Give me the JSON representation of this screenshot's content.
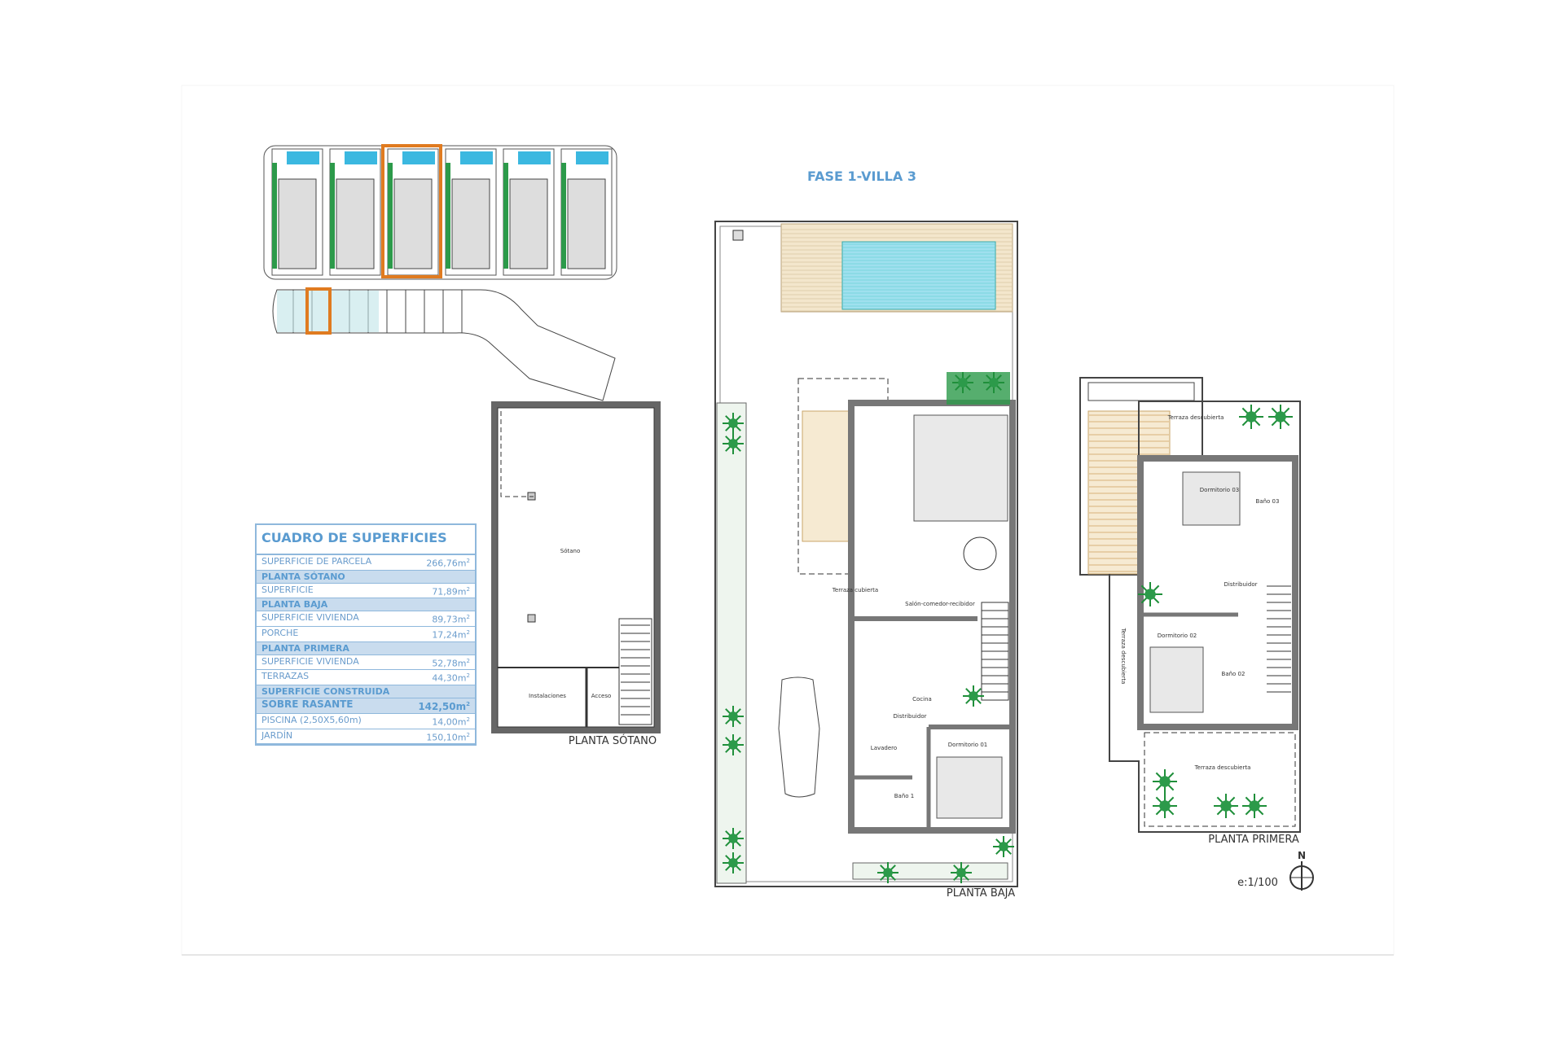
{
  "title": "FASE 1-VILLA 3",
  "table": {
    "heading": "CUADRO DE SUPERFICIES",
    "rows": [
      {
        "label": "SUPERFICIE DE PARCELA",
        "value": "266,76m",
        "type": "item"
      },
      {
        "label": "PLANTA SÓTANO",
        "value": "",
        "type": "section"
      },
      {
        "label": "SUPERFICIE",
        "value": "71,89m",
        "type": "item"
      },
      {
        "label": "PLANTA BAJA",
        "value": "",
        "type": "section"
      },
      {
        "label": "SUPERFICIE VIVIENDA",
        "value": "89,73m",
        "type": "item"
      },
      {
        "label": "PORCHE",
        "value": "17,24m",
        "type": "item"
      },
      {
        "label": "PLANTA PRIMERA",
        "value": "",
        "type": "section"
      },
      {
        "label": "SUPERFICIE VIVIENDA",
        "value": "52,78m",
        "type": "item"
      },
      {
        "label": "TERRAZAS",
        "value": "44,30m",
        "type": "item"
      },
      {
        "label": "SUPERFICIE CONSTRUIDA",
        "value": "",
        "type": "section"
      },
      {
        "label": "SOBRE RASANTE",
        "value": "142,50m",
        "type": "section"
      },
      {
        "label": "PISCINA (2,50X5,60m)",
        "value": "14,00m",
        "type": "item"
      },
      {
        "label": "JARDÍN",
        "value": "150,10m",
        "type": "item"
      }
    ],
    "unit_exp": "2"
  },
  "plans": {
    "sotano": {
      "title": "PLANTA SÓTANO",
      "rooms": [
        "Sótano",
        "Instalaciones",
        "Acceso"
      ]
    },
    "baja": {
      "title": "PLANTA BAJA",
      "rooms": [
        "Terraza cubierta",
        "Salón-comedor-recibidor",
        "Cocina",
        "Distribuidor",
        "Lavadero",
        "Dormitorio 01",
        "Baño 1"
      ]
    },
    "primera": {
      "title": "PLANTA PRIMERA",
      "rooms": [
        "Terraza descubierta",
        "Dormitorio 03",
        "Baño 03",
        "Distribuidor",
        "Dormitorio 02",
        "Baño 02",
        "Terraza descubierta",
        "Terraza descubierta"
      ]
    }
  },
  "scale": "e:1/100",
  "north": "N",
  "colors": {
    "accent": "#5a9bd0",
    "highlight": "#e07b20",
    "plant": "#1f8f3a",
    "pool": "#9fe0ee",
    "deck": "#f3e6cc"
  }
}
